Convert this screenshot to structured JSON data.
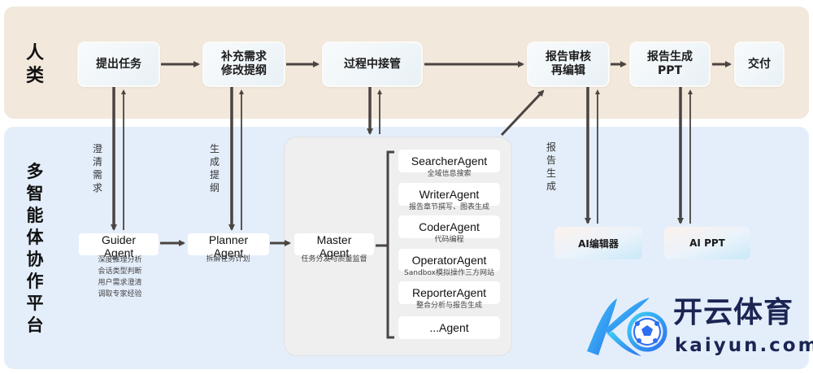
{
  "lanes": {
    "human": {
      "title": "人\n类"
    },
    "agent": {
      "title": "多\n智\n能\n体\n协\n作\n平\n台"
    }
  },
  "human_steps": [
    {
      "label": "提出任务"
    },
    {
      "label": "补充需求\n修改提纲"
    },
    {
      "label": "过程中接管"
    },
    {
      "label": "报告审核\n再编辑"
    },
    {
      "label": "报告生成\nPPT"
    },
    {
      "label": "交付"
    }
  ],
  "flow_labels": {
    "clarify": "澄\n清\n需\n求",
    "outline": "生\n成\n提\n纲",
    "report": "报\n告\n生\n成"
  },
  "agents": {
    "guider": {
      "name": "Guider\nAgent",
      "desc": [
        "深度推理分析",
        "会话类型判断",
        "用户需求澄清",
        "调取专家经验"
      ]
    },
    "planner": {
      "name": "Planner\nAgent",
      "desc": [
        "拆解任务计划"
      ]
    },
    "master": {
      "name": "Master\nAgent",
      "desc": [
        "任务分发与质量监督"
      ]
    }
  },
  "sub_agents": [
    {
      "name": "SearcherAgent",
      "desc": "全域信息搜索"
    },
    {
      "name": "WriterAgent",
      "desc": "报告章节撰写、图表生成"
    },
    {
      "name": "CoderAgent",
      "desc": "代码编程"
    },
    {
      "name": "OperatorAgent",
      "desc": "Sandbox模拟操作三方网站"
    },
    {
      "name": "ReporterAgent",
      "desc": "整合分析与报告生成"
    },
    {
      "name": "...Agent",
      "desc": ""
    }
  ],
  "tools": [
    {
      "label": "AI编辑器"
    },
    {
      "label": "AI PPT"
    }
  ],
  "watermark": {
    "cn": "开云体育",
    "en": "kaiyun.com"
  },
  "colors": {
    "human_lane": "#f2e8db",
    "agent_lane": "#e4eefb",
    "arrow": "#4a4442",
    "master_panel": "#efeff0",
    "logo_text": "#1b2553"
  }
}
